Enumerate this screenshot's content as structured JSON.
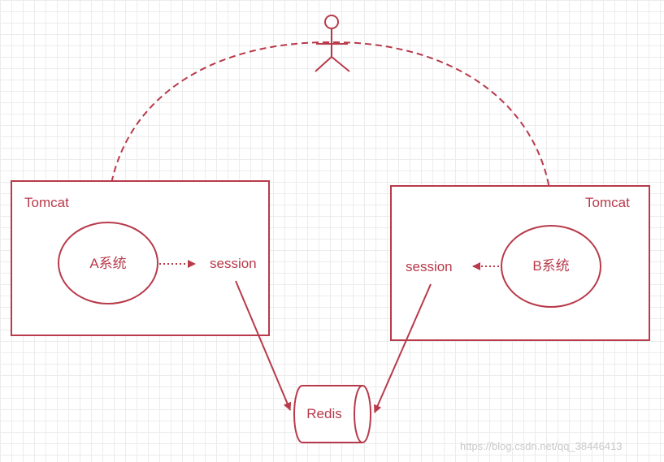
{
  "left_tomcat": {
    "label": "Tomcat",
    "system_label": "A系统",
    "session_label": "session"
  },
  "right_tomcat": {
    "label": "Tomcat",
    "system_label": "B系统",
    "session_label": "session"
  },
  "redis": {
    "label": "Redis"
  },
  "watermark": "https://blog.csdn.net/qq_38446413",
  "colors": {
    "stroke": "#b83a4b",
    "grid": "#ececec"
  }
}
